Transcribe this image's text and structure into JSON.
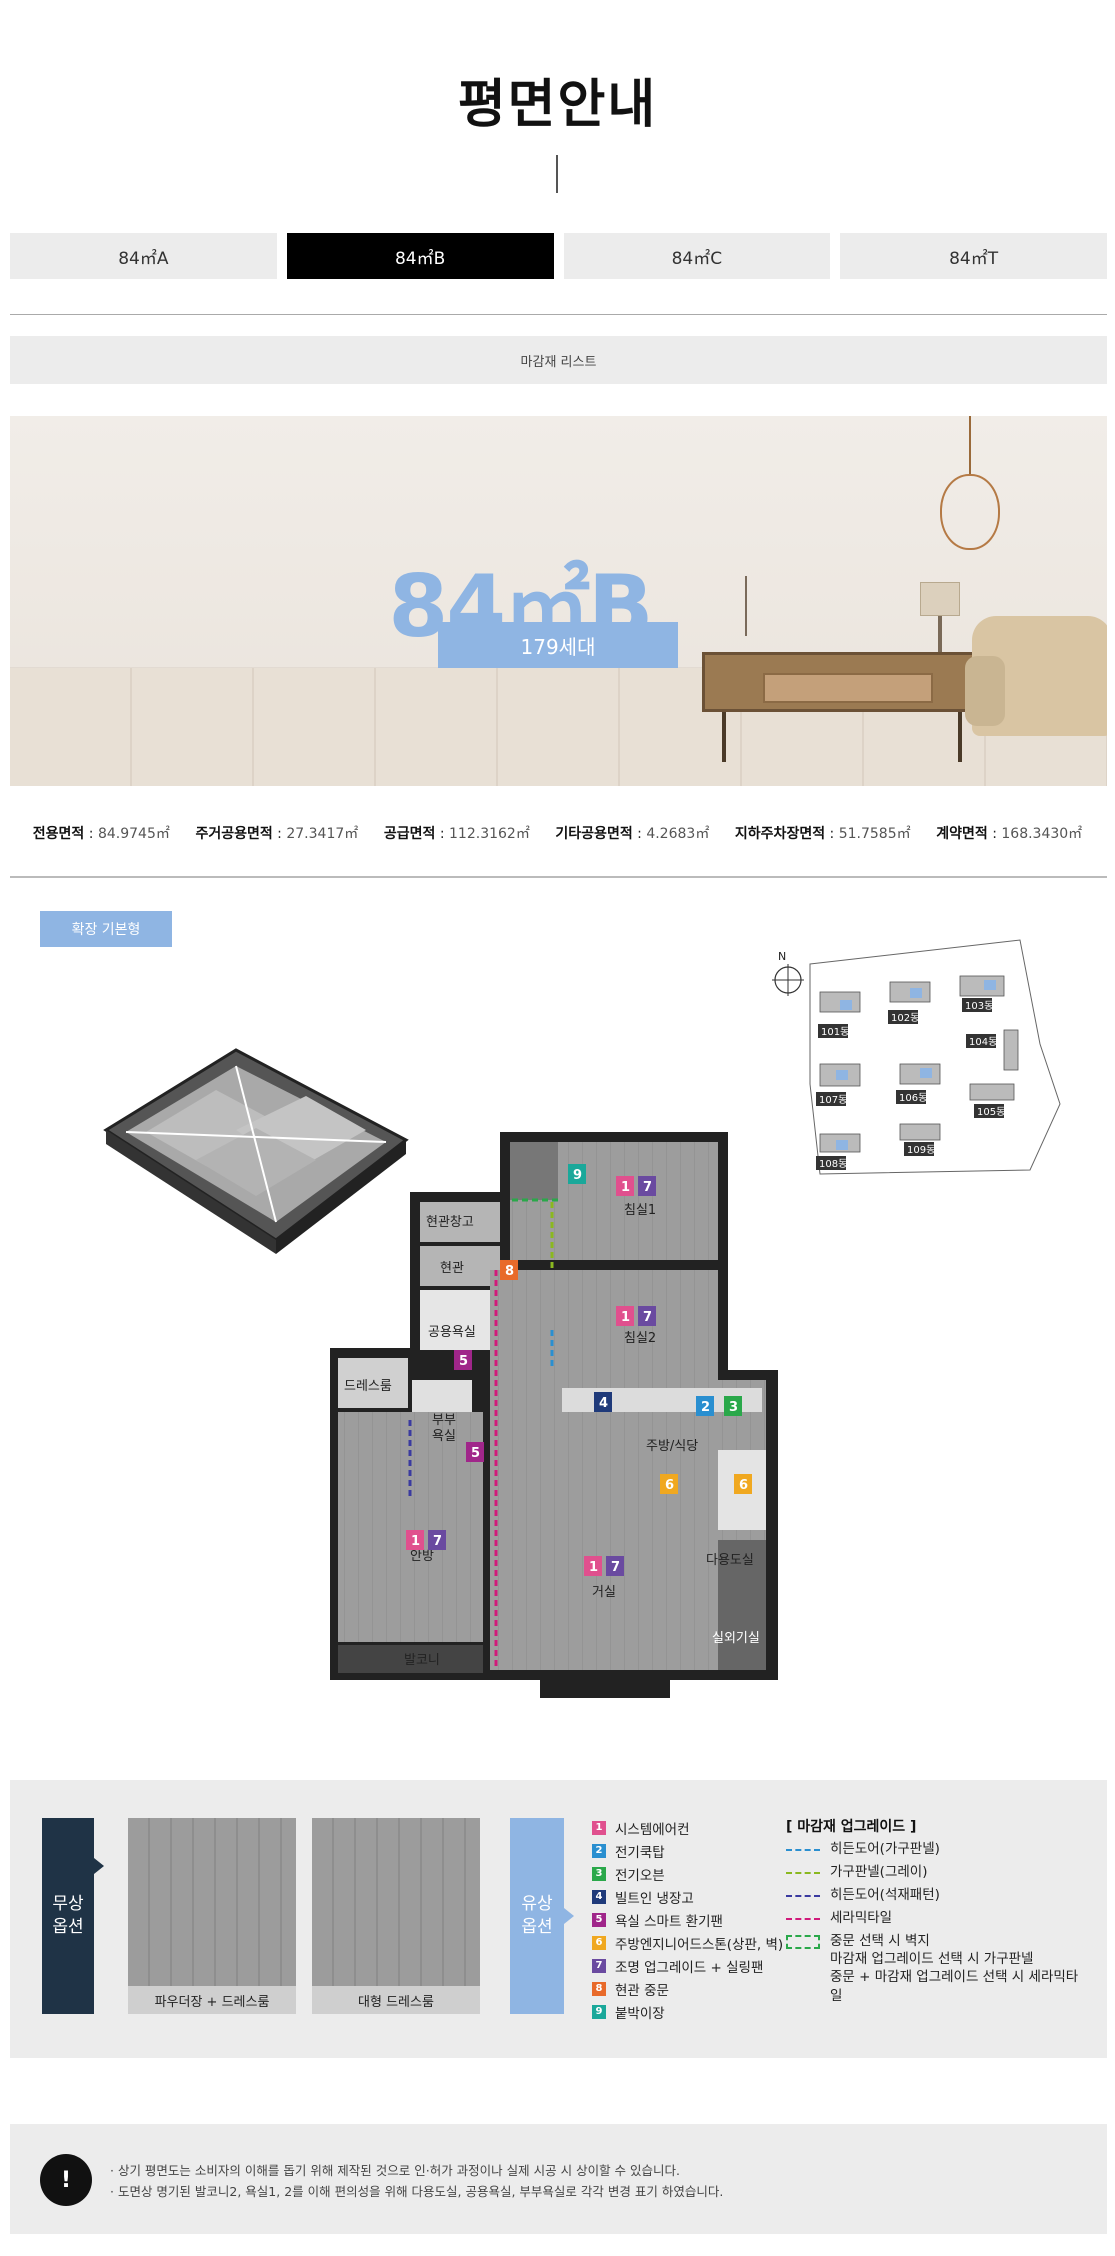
{
  "page_title": "평면안내",
  "tabs": [
    {
      "label": "84㎡A",
      "active": false
    },
    {
      "label": "84㎡B",
      "active": true
    },
    {
      "label": "84㎡C",
      "active": false
    },
    {
      "label": "84㎡T",
      "active": false
    }
  ],
  "finish_list_button": "마감재 리스트",
  "hero": {
    "unit_type": "84㎡B",
    "households": "179세대"
  },
  "areas": [
    {
      "label": "전용면적",
      "value": "84.9745㎡"
    },
    {
      "label": "주거공용면적",
      "value": "27.3417㎡"
    },
    {
      "label": "공급면적",
      "value": "112.3162㎡"
    },
    {
      "label": "기타공용면적",
      "value": "4.2683㎡"
    },
    {
      "label": "지하주차장면적",
      "value": "51.7585㎡"
    },
    {
      "label": "계약면적",
      "value": "168.3430㎡"
    }
  ],
  "plan_badge": "확장 기본형",
  "site_plan": {
    "compass": "N",
    "buildings": [
      "101동",
      "102동",
      "103동",
      "104동",
      "105동",
      "106동",
      "107동",
      "108동",
      "109동"
    ]
  },
  "floor_plan": {
    "rooms": {
      "bedroom1": "침실1",
      "bedroom2": "침실2",
      "entrance_storage": "현관창고",
      "entrance": "현관",
      "shared_bath": "공용욕실",
      "dressroom": "드레스룸",
      "master_bath_1": "부부",
      "master_bath_2": "욕실",
      "master_bedroom": "안방",
      "kitchen": "주방/식당",
      "living": "거실",
      "utility_bath": "다용도실",
      "outdoor_unit": "실외기실",
      "balcony": "발코니"
    },
    "badges": {
      "b1": "1",
      "b2": "2",
      "b3": "3",
      "b4": "4",
      "b5": "5",
      "b6": "6",
      "b7": "7",
      "b8": "8",
      "b9": "9"
    }
  },
  "options": {
    "free_label": [
      "무상",
      "옵션"
    ],
    "free_cards": [
      {
        "caption": "파우더장 + 드레스룸"
      },
      {
        "caption": "대형 드레스룸"
      }
    ],
    "paid_label": [
      "유상",
      "옵션"
    ],
    "paid_items": [
      {
        "num": "1",
        "label": "시스템에어컨",
        "color": "#e0508e"
      },
      {
        "num": "2",
        "label": "전기쿡탑",
        "color": "#2a8fd0"
      },
      {
        "num": "3",
        "label": "전기오븐",
        "color": "#2aa84a"
      },
      {
        "num": "4",
        "label": "빌트인 냉장고",
        "color": "#1f3a7a"
      },
      {
        "num": "5",
        "label": "욕실 스마트 환기팬",
        "color": "#a0268a"
      },
      {
        "num": "6",
        "label": "주방엔지니어드스톤(상판, 벽)",
        "color": "#f0a820"
      },
      {
        "num": "7",
        "label": "조명 업그레이드 + 실링팬",
        "color": "#6a4aa0"
      },
      {
        "num": "8",
        "label": "현관 중문",
        "color": "#e86a2a"
      },
      {
        "num": "9",
        "label": "붙박이장",
        "color": "#1aa89a"
      }
    ],
    "upgrade_title": "[ 마감재 업그레이드 ]",
    "upgrade_items": [
      {
        "label": "히든도어(가구판넬)",
        "color": "#2a8fd0"
      },
      {
        "label": "가구판넬(그레이)",
        "color": "#8ab820"
      },
      {
        "label": "히든도어(석재패턴)",
        "color": "#3a3aa0"
      },
      {
        "label": "세라믹타일",
        "color": "#d01a7a"
      }
    ],
    "upgrade_box_lines": [
      "중문 선택 시 벽지",
      "마감재 업그레이드 선택 시 가구판넬",
      "중문 + 마감재 업그레이드 선택 시 세라믹타일"
    ]
  },
  "notice": {
    "icon": "!",
    "lines": [
      "· 상기 평면도는 소비자의 이해를 돕기 위해 제작된 것으로 인·허가 과정이나 실제 시공 시 상이할 수 있습니다.",
      "· 도면상 명기된 발코니2, 욕실1, 2를 이해 편의성을 위해 다용도실, 공용욕실, 부부욕실로 각각 변경 표기 하였습니다."
    ]
  },
  "colors": {
    "accent_blue": "#8fb5e3",
    "navy": "#1f3346",
    "tab_active": "#000000"
  }
}
